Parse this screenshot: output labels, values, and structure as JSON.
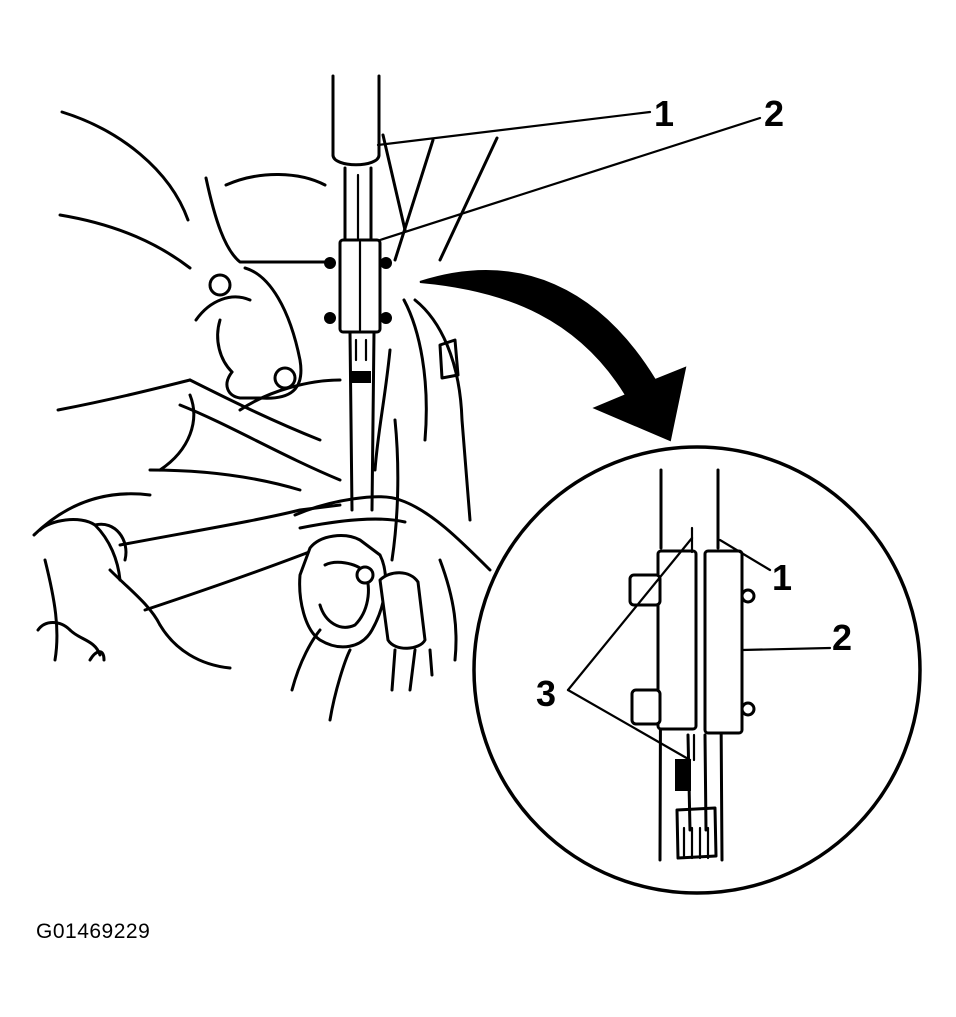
{
  "figure": {
    "code": "G01469229",
    "callouts": {
      "main_1": "1",
      "main_2": "2",
      "detail_1": "1",
      "detail_2": "2",
      "detail_3": "3"
    }
  }
}
